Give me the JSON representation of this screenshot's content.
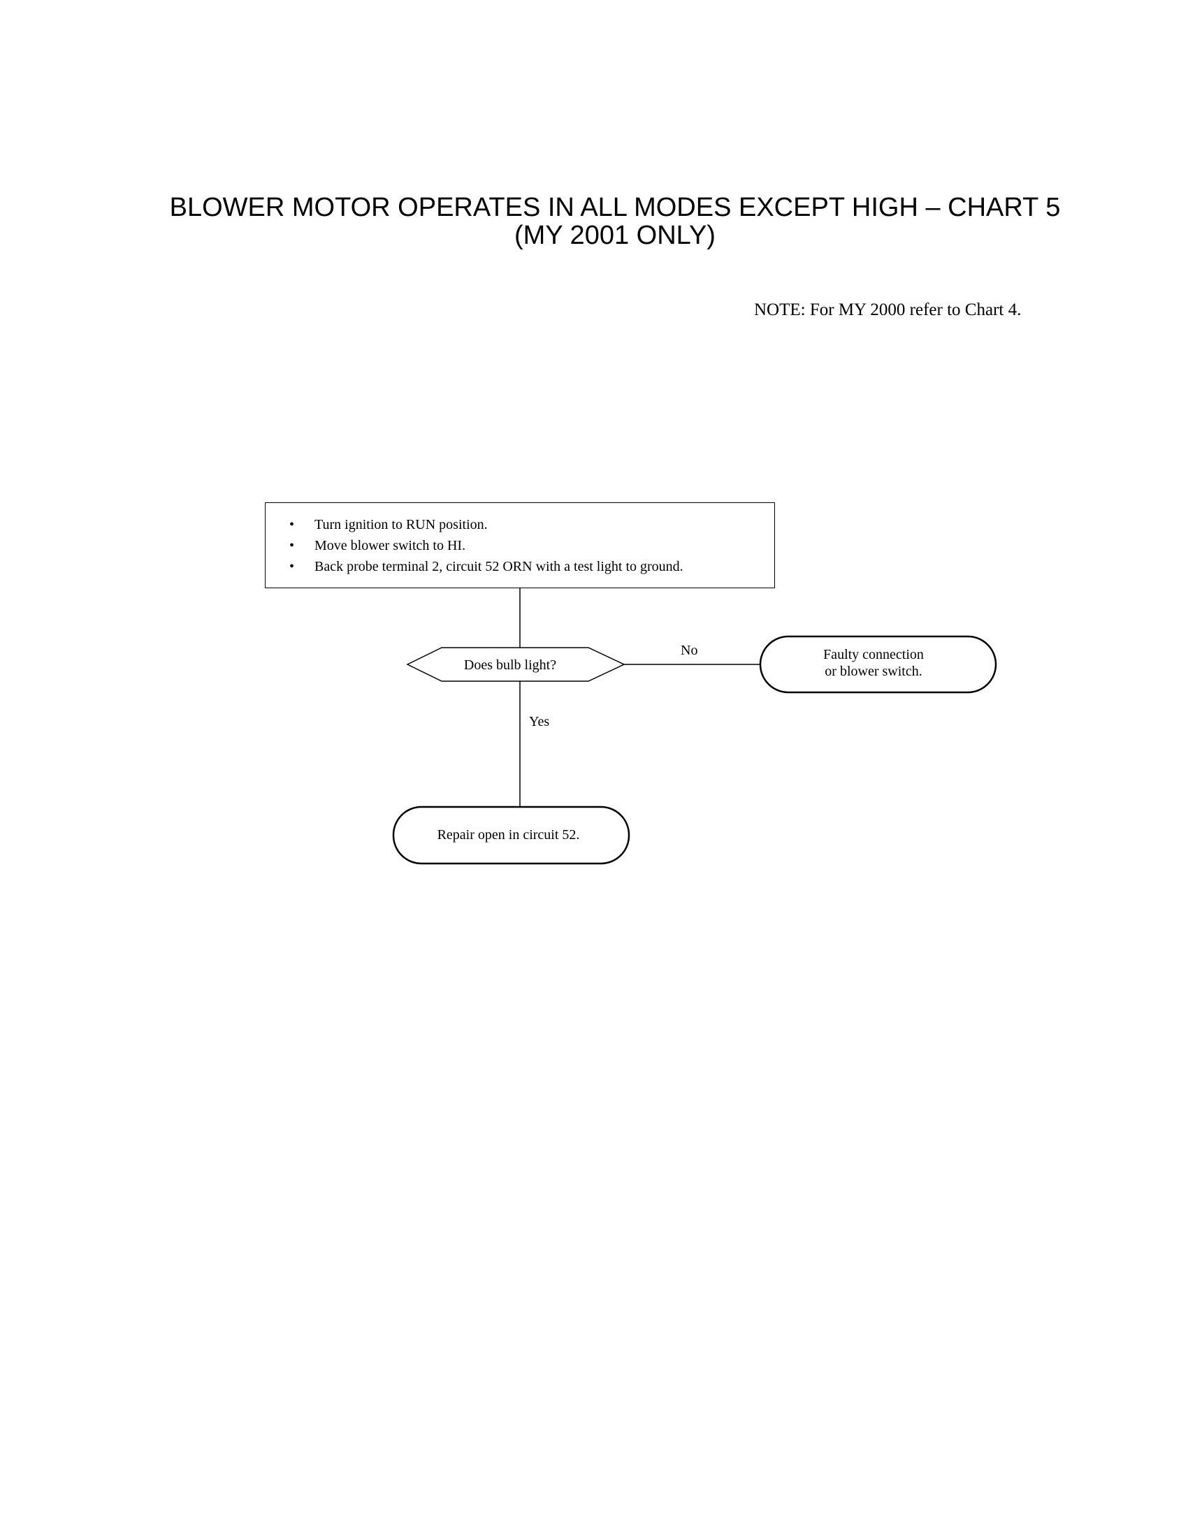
{
  "title": {
    "line1": "BLOWER MOTOR OPERATES IN ALL MODES EXCEPT HIGH – CHART 5",
    "line2": "(MY 2001 ONLY)"
  },
  "note": "NOTE:  For MY 2000 refer to Chart 4.",
  "flowchart": {
    "start_steps": [
      "Turn ignition to RUN position.",
      "Move blower switch to HI.",
      "Back probe terminal 2, circuit 52 ORN with a test light to ground."
    ],
    "decision": "Does bulb light?",
    "branch_no_label": "No",
    "branch_yes_label": "Yes",
    "result_no": {
      "line1": "Faulty connection",
      "line2": "or blower switch."
    },
    "result_yes": "Repair open in circuit 52.",
    "colors": {
      "stroke": "#000000",
      "background": "#ffffff"
    }
  }
}
